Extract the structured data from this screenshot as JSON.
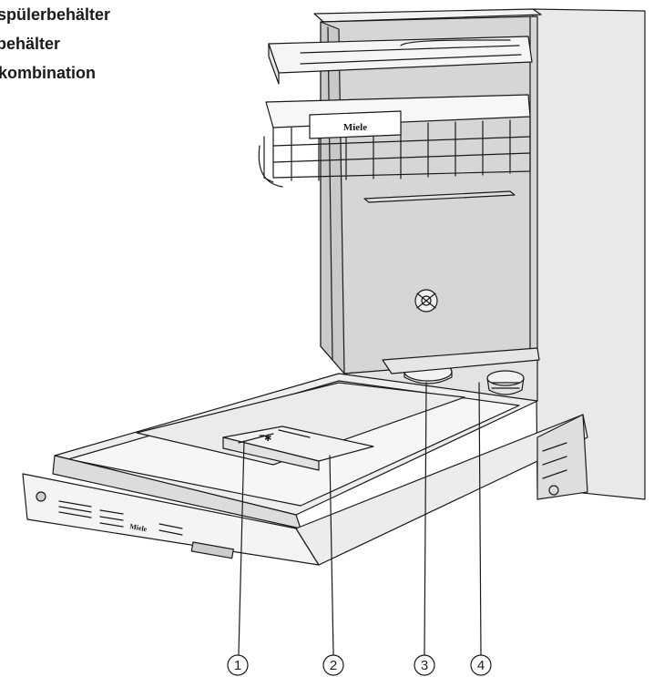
{
  "caption": {
    "lines": [
      "spülerbehälter",
      "behälter",
      "kombination"
    ]
  },
  "brand": {
    "upper_basket": "Miele",
    "panel": "Miele"
  },
  "callouts": [
    {
      "label": "1"
    },
    {
      "label": "2"
    },
    {
      "label": "3"
    },
    {
      "label": "4"
    }
  ],
  "colors": {
    "line": "#1a1a1a",
    "interior": "#d6d6d6",
    "cabinet_side": "#e6e6e6",
    "door_inner": "#eeeeee",
    "panel": "#f4f4f4"
  }
}
